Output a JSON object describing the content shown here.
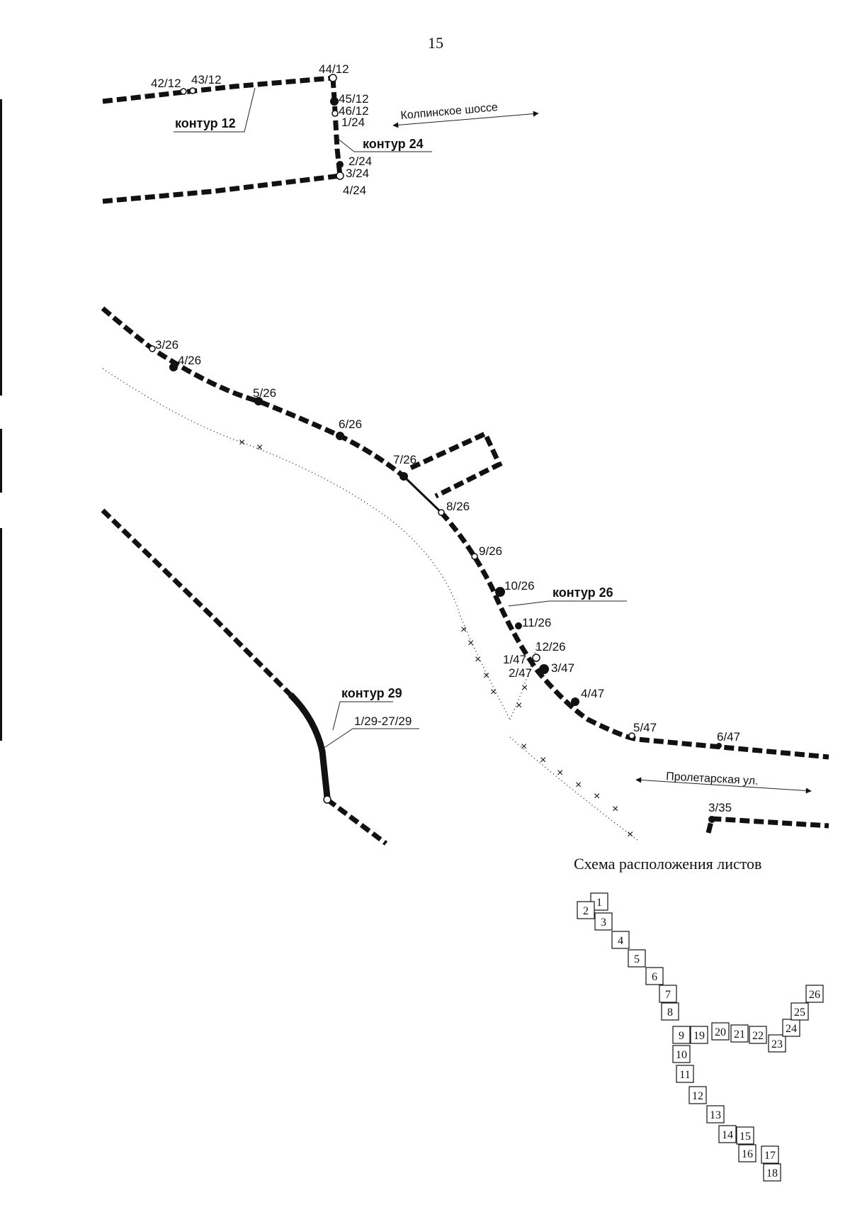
{
  "page": {
    "number": "15"
  },
  "streets": {
    "kolpinskoe": "Колпинское шоссе",
    "proletarskaya": "Пролетарская ул."
  },
  "contours": {
    "c12": "контур 12",
    "c24": "контур 24",
    "c26": "контур 26",
    "c29": "контур 29"
  },
  "points": {
    "p42_12": "42/12",
    "p43_12": "43/12",
    "p44_12": "44/12",
    "p45_12": "45/12",
    "p46_12": "46/12",
    "p1_24": "1/24",
    "p2_24": "2/24",
    "p3_24": "3/24",
    "p4_24": "4/24",
    "p3_26": "3/26",
    "p4_26": "4/26",
    "p5_26": "5/26",
    "p6_26": "6/26",
    "p7_26": "7/26",
    "p8_26": "8/26",
    "p9_26": "9/26",
    "p10_26": "10/26",
    "p11_26": "11/26",
    "p12_26": "12/26",
    "p1_47": "1/47",
    "p2_47": "2/47",
    "p3_47": "3/47",
    "p4_47": "4/47",
    "p5_47": "5/47",
    "p6_47": "6/47",
    "p3_35": "3/35",
    "p1_29_27_29": "1/29-27/29"
  },
  "sheet_layout": {
    "title": "Схема расположения листов",
    "sheets": [
      "1",
      "2",
      "3",
      "4",
      "5",
      "6",
      "7",
      "8",
      "9",
      "10",
      "11",
      "12",
      "13",
      "14",
      "15",
      "16",
      "17",
      "18",
      "19",
      "20",
      "21",
      "22",
      "23",
      "24",
      "25",
      "26"
    ]
  }
}
